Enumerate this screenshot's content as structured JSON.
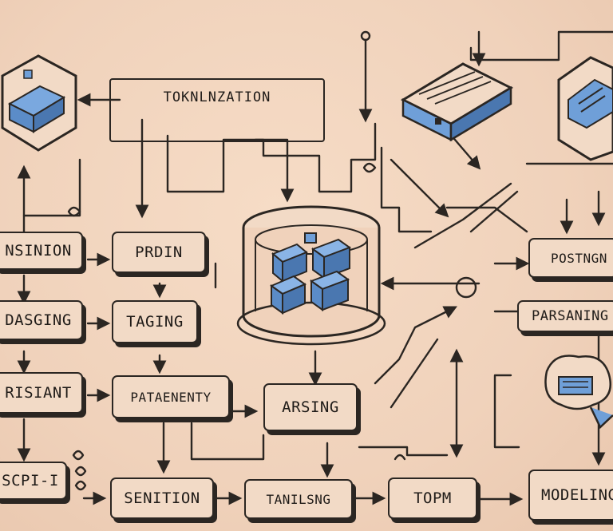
{
  "title_block": {
    "label": "TOKNLNZATION"
  },
  "nodes": {
    "row1": [
      "NSINION",
      "PRDIN",
      "POSTNGN"
    ],
    "row2": [
      "DASGING",
      "TAGING",
      "PARSANING"
    ],
    "row3": [
      "RISIANT",
      "PATAENENTY",
      "ARSING"
    ],
    "row4": [
      "SCPI-I",
      "SENITION",
      "TANILSNG",
      "TOPM",
      "MODELING"
    ]
  },
  "colors": {
    "ink": "#2b2622",
    "paper": "#f0d2bb",
    "box_fill": "#f2dac6",
    "cube_blue": "#6f9fd8"
  },
  "icons": [
    "hexagon-cube-icon",
    "server-rack-icon",
    "hexagon-chip-icon",
    "database-cylinder-icon",
    "brain-chip-icon"
  ]
}
